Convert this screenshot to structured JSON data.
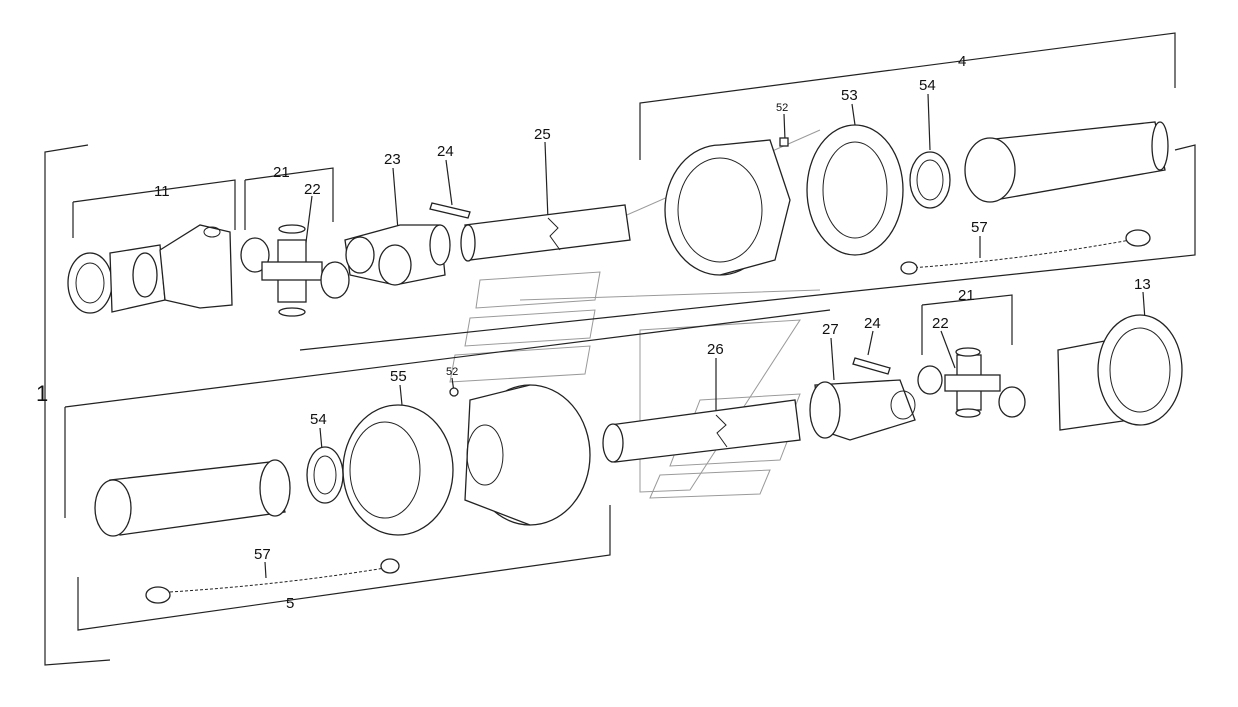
{
  "diagram": {
    "title_callout": "1",
    "upper_assembly": {
      "group_label": "4",
      "callouts": {
        "yoke": "11",
        "cross_kit": "21",
        "cross_bearing": "22",
        "inner_yoke": "23",
        "spring_pin": "24",
        "inner_tube": "25",
        "screw": "52",
        "guard_cone": "53",
        "bearing_ring": "54",
        "chain": "57"
      }
    },
    "lower_assembly": {
      "group_label": "5",
      "callouts": {
        "safety_yoke": "13",
        "cross_kit": "21",
        "cross_bearing": "22",
        "spring_pin": "24",
        "inner_yoke": "27",
        "outer_tube": "26",
        "screw": "52",
        "guard_cone": "55",
        "bearing_ring": "54",
        "chain": "57"
      }
    }
  }
}
